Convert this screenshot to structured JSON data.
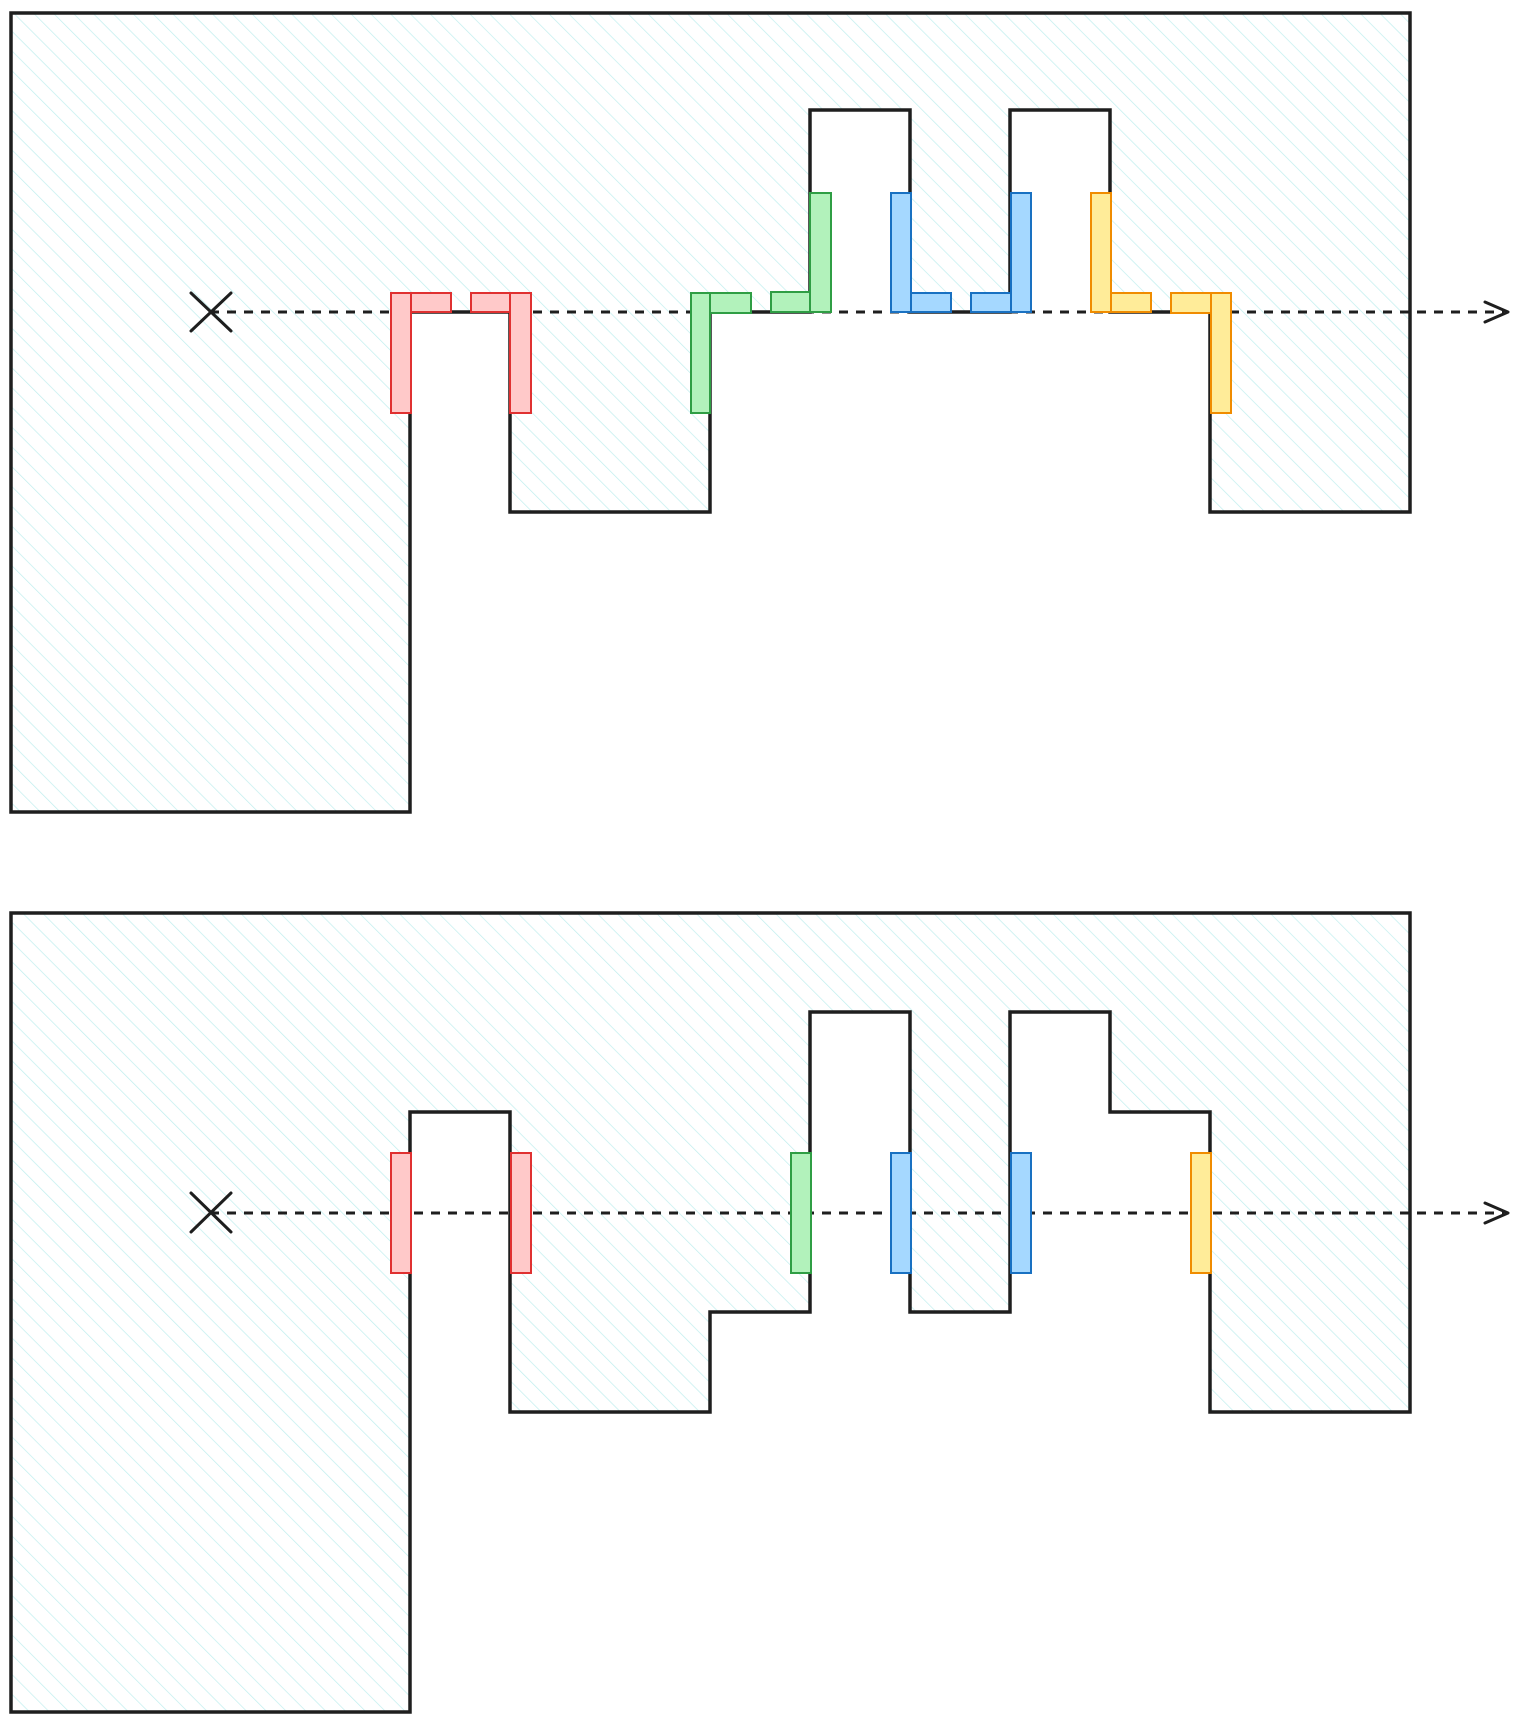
{
  "colors": {
    "outline": "#1e1e1e",
    "hatch": "#bfeeee",
    "red": {
      "fill": "#ffc9c9",
      "stroke": "#e03131"
    },
    "green": {
      "fill": "#b2f2bb",
      "stroke": "#2f9e44"
    },
    "blue": {
      "fill": "#a5d8ff",
      "stroke": "#1971c2"
    },
    "yellow": {
      "fill": "#ffec99",
      "stroke": "#f08c00"
    }
  },
  "icons": {
    "origin": "cross-icon",
    "direction": "arrow-right-icon"
  },
  "panels": [
    {
      "id": "top",
      "description_visible": false,
      "crossing_markers": [
        {
          "color": "red",
          "shape": "corner",
          "orientation": "down-left"
        },
        {
          "color": "red",
          "shape": "corner",
          "orientation": "down-right"
        },
        {
          "color": "green",
          "shape": "corner",
          "orientation": "down-left"
        },
        {
          "color": "green",
          "shape": "corner",
          "orientation": "up-right"
        },
        {
          "color": "blue",
          "shape": "corner",
          "orientation": "up-left"
        },
        {
          "color": "blue",
          "shape": "corner",
          "orientation": "up-right"
        },
        {
          "color": "yellow",
          "shape": "corner",
          "orientation": "up-left"
        },
        {
          "color": "yellow",
          "shape": "corner",
          "orientation": "down-right"
        }
      ]
    },
    {
      "id": "bottom",
      "description_visible": false,
      "crossing_markers": [
        {
          "color": "red",
          "shape": "bar"
        },
        {
          "color": "red",
          "shape": "bar"
        },
        {
          "color": "green",
          "shape": "bar"
        },
        {
          "color": "blue",
          "shape": "bar"
        },
        {
          "color": "blue",
          "shape": "bar"
        },
        {
          "color": "yellow",
          "shape": "bar"
        }
      ]
    }
  ]
}
